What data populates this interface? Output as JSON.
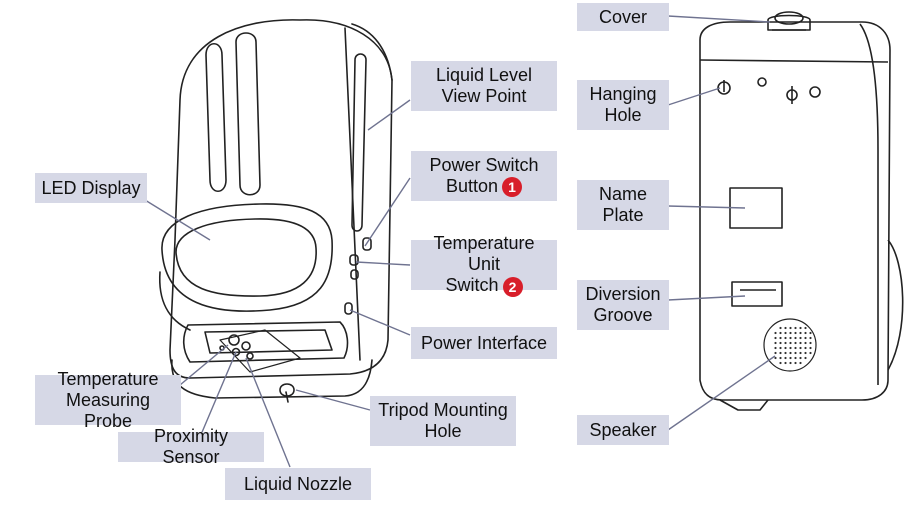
{
  "labels": {
    "led_display": "LED Display",
    "liquid_level_1": "Liquid Level",
    "liquid_level_2": "View Point",
    "power_switch_1": "Power Switch",
    "power_switch_2": "Button",
    "power_switch_num": "1",
    "temp_unit_1": "Temperature Unit",
    "temp_unit_2": "Switch",
    "temp_unit_num": "2",
    "power_interface": "Power Interface",
    "temp_probe_1": "Temperature",
    "temp_probe_2": "Measuring Probe",
    "proximity_sensor": "Proximity Sensor",
    "liquid_nozzle": "Liquid Nozzle",
    "tripod_1": "Tripod Mounting",
    "tripod_2": "Hole",
    "cover": "Cover",
    "hanging_1": "Hanging",
    "hanging_2": "Hole",
    "name_plate_1": "Name",
    "name_plate_2": "Plate",
    "diversion_1": "Diversion",
    "diversion_2": "Groove",
    "speaker": "Speaker"
  },
  "colors": {
    "label_bg": "#d6d8e6",
    "badge": "#d81e2a",
    "line": "#6f7390",
    "outline": "#222222"
  }
}
